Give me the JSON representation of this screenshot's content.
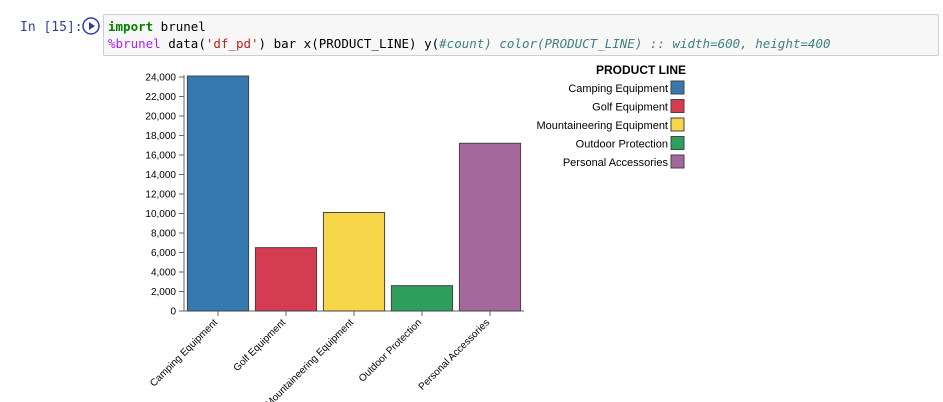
{
  "cell": {
    "prompt": "In [15]:",
    "line1": {
      "keyword": "import",
      "rest": " brunel"
    },
    "line2": {
      "magic": "%brunel",
      "t1": " data(",
      "str": "'df_pd'",
      "t2": ") bar x(PRODUCT_LINE) y(",
      "ital": "#count) color(PRODUCT_LINE) :: width=600, height=400"
    }
  },
  "colors": {
    "Camping Equipment": "#3579ae",
    "Golf Equipment": "#d43c52",
    "Mountaineering Equipment": "#f7d64a",
    "Outdoor Protection": "#2d9e5c",
    "Personal Accessories": "#a4689b"
  },
  "chart_data": {
    "type": "bar",
    "categories": [
      "Camping Equipment",
      "Golf Equipment",
      "Mountaineering Equipment",
      "Outdoor Protection",
      "Personal Accessories"
    ],
    "values": [
      24100,
      6500,
      10100,
      2600,
      17200
    ],
    "ylim": [
      0,
      24000
    ],
    "yticks": [
      0,
      2000,
      4000,
      6000,
      8000,
      10000,
      12000,
      14000,
      16000,
      18000,
      20000,
      22000,
      24000
    ],
    "ytick_labels": [
      "0",
      "2,000",
      "4,000",
      "6,000",
      "8,000",
      "10,000",
      "12,000",
      "14,000",
      "16,000",
      "18,000",
      "20,000",
      "22,000",
      "24,000"
    ],
    "legend_title": "PRODUCT LINE",
    "legend_position": "top-right",
    "grid": false
  }
}
